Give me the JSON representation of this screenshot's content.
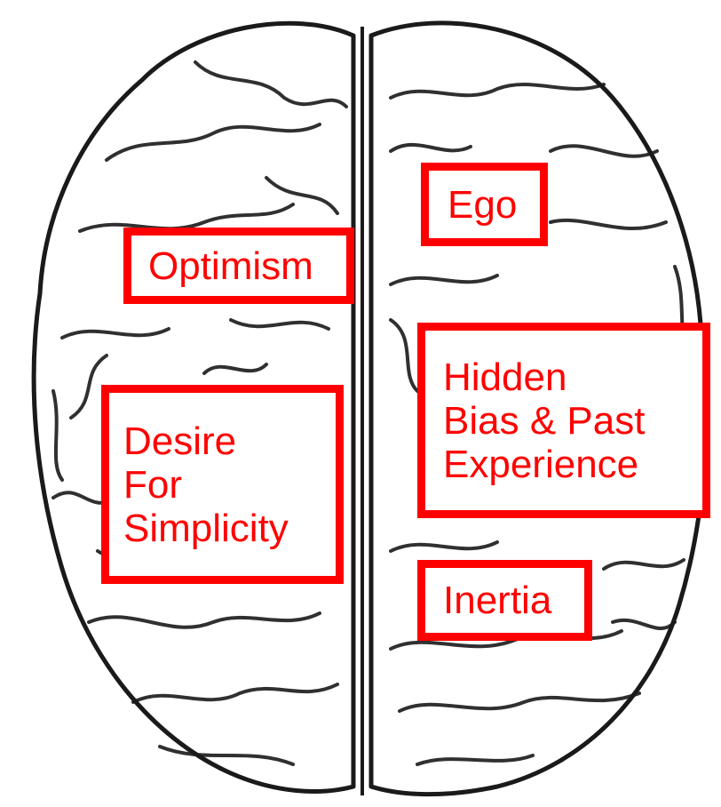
{
  "colors": {
    "label_border": "#ff0000",
    "label_text": "#ff0000",
    "label_fill": "#ffffff",
    "ink": "#1a1a1a"
  },
  "labels": {
    "ego": [
      "Ego"
    ],
    "optimism": [
      "Optimism"
    ],
    "hidden_bias": [
      "Hidden",
      "Bias & Past",
      "Experience"
    ],
    "desire": [
      "Desire",
      "For",
      "Simplicity"
    ],
    "inertia": [
      "Inertia"
    ]
  }
}
